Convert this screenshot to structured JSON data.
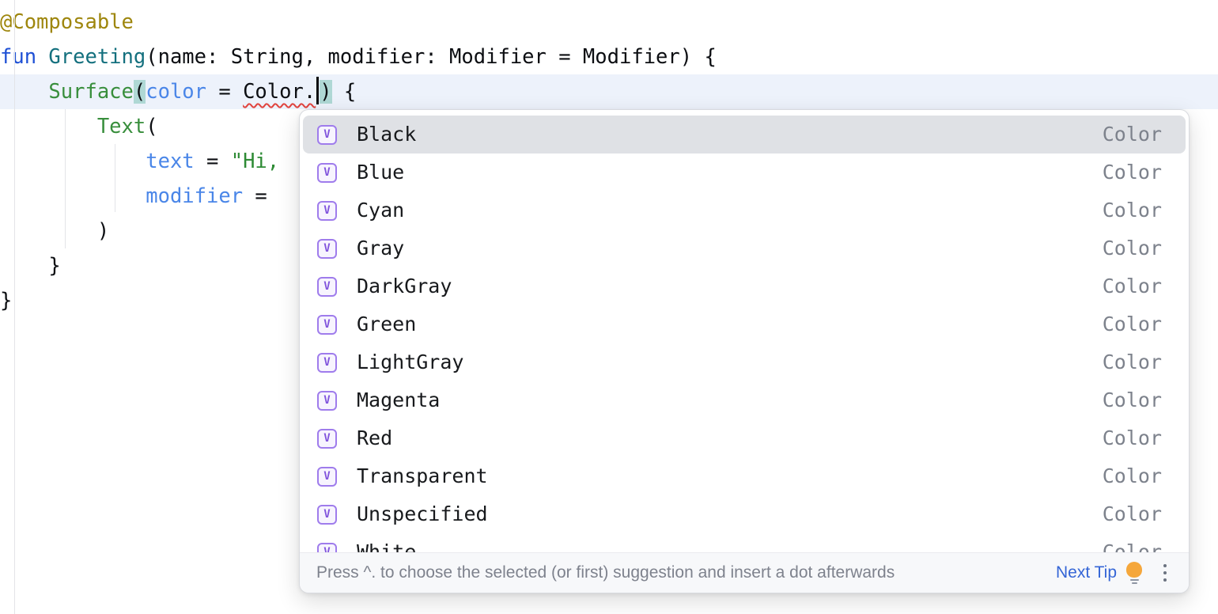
{
  "colors": {
    "kw": "#1E50D5",
    "fndecl": "#14707E",
    "cmps": "#388E3C",
    "narg": "#4A86E8",
    "str": "#2E8B35",
    "ann": "#9E860D",
    "pl": "#0C0E12",
    "caretrow": "#EDF2FB",
    "brace": "#AFD8D5",
    "errline": "#E0433E",
    "guide": "#E3E4E8",
    "popupborder": "#D8DADF",
    "selrow": "#DFE1E5",
    "itemtext": "#17191C",
    "typetext": "#7D828C",
    "iconborder": "#9F7CEC",
    "iconletter": "#8256DD",
    "iconbg": "#F7F4FE",
    "hintbg": "#F7F8FA",
    "hinttext": "#7E828D",
    "link": "#3465D6",
    "bulb": "#F5A73B",
    "bulbbase": "#8E95A2",
    "kebab": "#6B7280"
  },
  "editor": {
    "lines": [
      {
        "tokens": [
          {
            "t": "@Composable",
            "c": "ann"
          }
        ]
      },
      {
        "tokens": [
          {
            "t": "fun",
            "c": "kw"
          },
          {
            "t": " ",
            "c": "pl"
          },
          {
            "t": "Greeting",
            "c": "fndecl"
          },
          {
            "t": "(name: String, modifier: Modifier = Modifier) {",
            "c": "pl"
          }
        ]
      },
      {
        "caret_row": true,
        "tokens": [
          {
            "t": "    ",
            "c": "pl"
          },
          {
            "t": "Surface",
            "c": "cmps"
          },
          {
            "t": "(",
            "c": "brace"
          },
          {
            "t": "color",
            "c": "narg"
          },
          {
            "t": " = ",
            "c": "pl"
          },
          {
            "t": "Color.",
            "c": "err"
          },
          {
            "t": "",
            "c": "caret"
          },
          {
            "t": ")",
            "c": "brace"
          },
          {
            "t": " {",
            "c": "pl"
          }
        ]
      },
      {
        "tokens": [
          {
            "t": "        ",
            "c": "pl"
          },
          {
            "t": "Text",
            "c": "cmps"
          },
          {
            "t": "(",
            "c": "pl"
          }
        ]
      },
      {
        "tokens": [
          {
            "t": "            ",
            "c": "pl"
          },
          {
            "t": "text",
            "c": "narg"
          },
          {
            "t": " = ",
            "c": "pl"
          },
          {
            "t": "\"Hi,",
            "c": "str"
          }
        ]
      },
      {
        "tokens": [
          {
            "t": "            ",
            "c": "pl"
          },
          {
            "t": "modifier",
            "c": "narg"
          },
          {
            "t": " =",
            "c": "pl"
          }
        ]
      },
      {
        "tokens": [
          {
            "t": "        )",
            "c": "pl"
          }
        ]
      },
      {
        "tokens": [
          {
            "t": "    }",
            "c": "pl"
          }
        ]
      },
      {
        "tokens": [
          {
            "t": "}",
            "c": "pl"
          }
        ]
      }
    ]
  },
  "popup": {
    "icon_letter": "V",
    "items": [
      {
        "label": "Black",
        "type": "Color",
        "selected": true
      },
      {
        "label": "Blue",
        "type": "Color"
      },
      {
        "label": "Cyan",
        "type": "Color"
      },
      {
        "label": "Gray",
        "type": "Color"
      },
      {
        "label": "DarkGray",
        "type": "Color"
      },
      {
        "label": "Green",
        "type": "Color"
      },
      {
        "label": "LightGray",
        "type": "Color"
      },
      {
        "label": "Magenta",
        "type": "Color"
      },
      {
        "label": "Red",
        "type": "Color"
      },
      {
        "label": "Transparent",
        "type": "Color"
      },
      {
        "label": "Unspecified",
        "type": "Color"
      },
      {
        "label": "White",
        "type": "Color"
      }
    ],
    "hint": {
      "text": "Press ^. to choose the selected (or first) suggestion and insert a dot afterwards",
      "action_label": "Next Tip"
    }
  }
}
